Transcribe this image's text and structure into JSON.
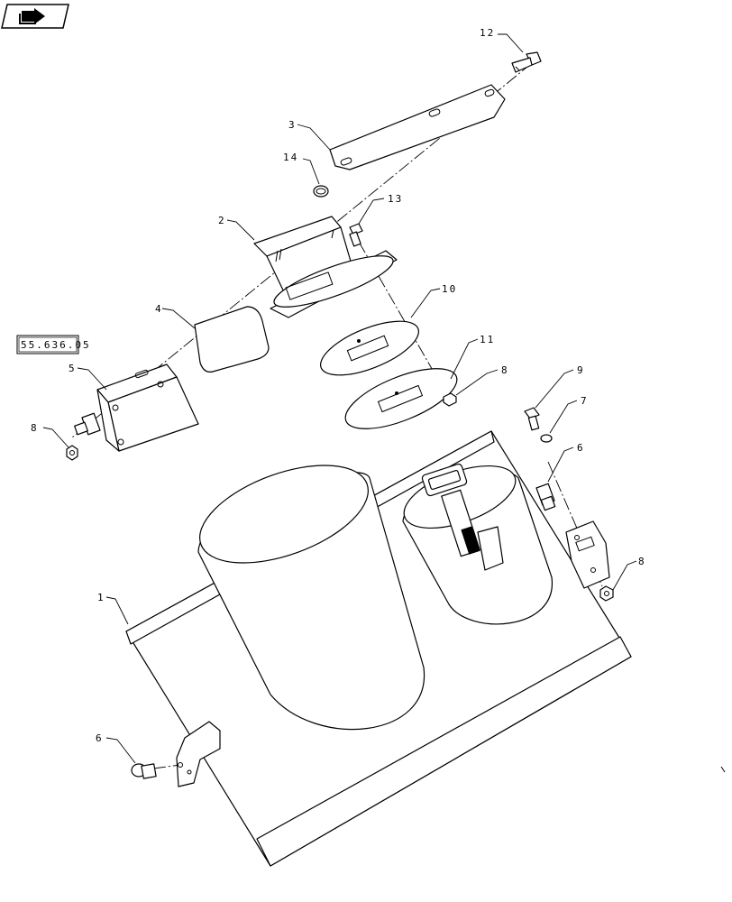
{
  "nav_button": {
    "icon": "back-arrow-icon"
  },
  "reference_box": {
    "label": "55.636.05"
  },
  "callouts": {
    "c1": "1",
    "c2": "2",
    "c3": "3",
    "c4": "4",
    "c5": "5",
    "c6a": "6",
    "c6b": "6",
    "c7": "7",
    "c8a": "8",
    "c8b": "8",
    "c8c": "8",
    "c9": "9",
    "c10": "10",
    "c11": "11",
    "c12": "12",
    "c13": "13",
    "c14": "14"
  }
}
